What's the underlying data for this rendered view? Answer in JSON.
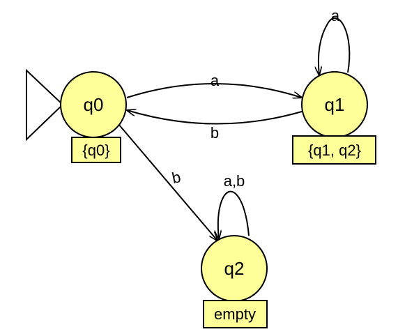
{
  "colors": {
    "state_fill": "#ffff99",
    "box_fill": "#ffff99",
    "stroke": "#000000",
    "background": "#ffffff"
  },
  "states": {
    "q0": {
      "label": "q0",
      "subset": "{q0}",
      "initial": true
    },
    "q1": {
      "label": "q1",
      "subset": "{q1, q2}",
      "initial": false
    },
    "q2": {
      "label": "q2",
      "subset": "empty",
      "initial": false
    }
  },
  "transitions": {
    "q0_to_q1": {
      "from": "q0",
      "to": "q1",
      "label": "a"
    },
    "q1_to_q0": {
      "from": "q1",
      "to": "q0",
      "label": "b"
    },
    "q0_to_q2": {
      "from": "q0",
      "to": "q2",
      "label": "b"
    },
    "q1_loop": {
      "from": "q1",
      "to": "q1",
      "label": "a"
    },
    "q2_loop": {
      "from": "q2",
      "to": "q2",
      "label": "a,b"
    }
  }
}
